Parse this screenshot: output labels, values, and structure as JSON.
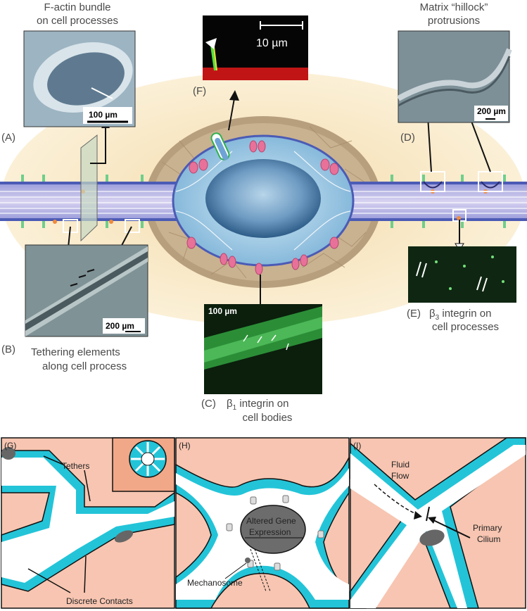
{
  "panels": {
    "A": {
      "letter": "(A)",
      "line1": "F-actin bundle",
      "line2": "on cell processes",
      "scale": "100 µm"
    },
    "B": {
      "letter": "(B)",
      "line1": "Tethering elements",
      "line2": "along cell process",
      "scale": "200 µm"
    },
    "C": {
      "letter": "(C)",
      "beta": "β",
      "sub": "1",
      "line1": " integrin on",
      "line2": "cell bodies",
      "scale": "100 µm"
    },
    "D": {
      "letter": "(D)",
      "line1": "Matrix “hillock”",
      "line2": "protrusions",
      "scale": "200 µm"
    },
    "E": {
      "letter": "(E)",
      "beta": "β",
      "sub": "3",
      "line1": " integrin on",
      "line2": "cell processes"
    },
    "F": {
      "letter": "(F)",
      "scale": "10 µm"
    }
  },
  "bottom": {
    "G": {
      "letter": "(G)",
      "tethers": "Tethers",
      "contacts": "Discrete Contacts"
    },
    "H": {
      "letter": "(H)",
      "gene1": "Altered Gene",
      "gene2": "Expression",
      "mechanosome": "Mechanosome"
    },
    "I": {
      "letter": "(I)",
      "fluid1": "Fluid",
      "fluid2": "Flow",
      "cilium1": "Primary",
      "cilium2": "Cilium"
    }
  },
  "colors": {
    "matrix": "#f6e2b6",
    "lacuna": "#b79f7e",
    "nucleus": "#3d6f9a",
    "cell": "#a8d3ea",
    "process": "#b7b3e6",
    "integrin": "#e8719a",
    "tissue": "#f7c5b1",
    "cyan": "#23c4d8",
    "fluorescence": "#35c94a"
  }
}
